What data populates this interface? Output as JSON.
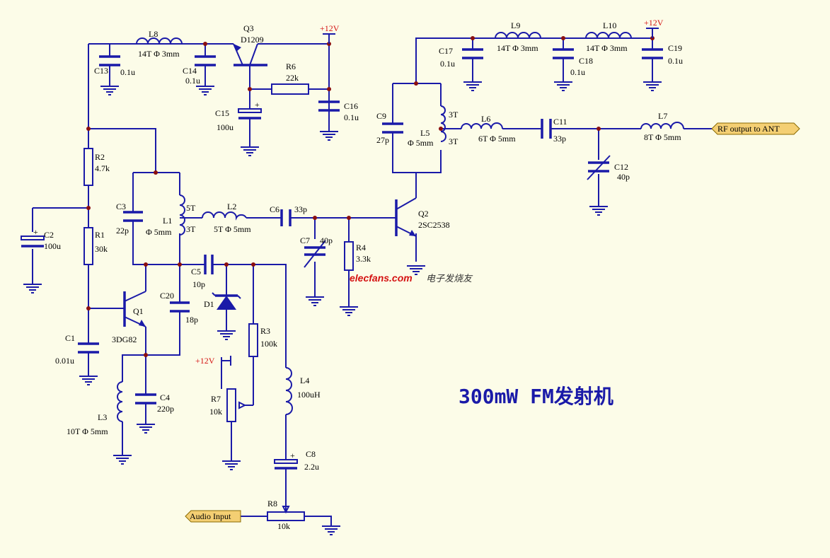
{
  "title": "300mW FM发射机",
  "power_label": "+12V",
  "ports": {
    "rf_out": "RF output  to ANT",
    "audio_in": "Audio Input"
  },
  "watermark": {
    "brand": "elecfans.com",
    "cn": "电子发烧友"
  },
  "labels": {
    "L8_name": "L8",
    "L8_val": "14T  Φ 3mm",
    "Q3_name": "Q3",
    "Q3_val": "D1209",
    "R6_name": "R6",
    "R6_val": "22k",
    "C13_name": "C13",
    "C13_val": "0.1u",
    "C14_name": "C14",
    "C14_val": "0.1u",
    "C15_name": "C15",
    "C15_val": "100u",
    "C16_name": "C16",
    "C16_val": "0.1u",
    "R2_name": "R2",
    "R2_val": "4.7k",
    "C2_name": "C2",
    "C2_val": "100u",
    "R1_name": "R1",
    "R1_val": "30k",
    "C3_name": "C3",
    "C3_val": "22p",
    "L1_name": "L1",
    "L1_val": "Φ 5mm",
    "L1_t1": "5T",
    "L1_t2": "3T",
    "L2_name": "L2",
    "L2_val": "5T  Φ 5mm",
    "C6_name": "C6",
    "C6_val": "33p",
    "C7_name": "C7",
    "C7_val": "40p",
    "R4_name": "R4",
    "R4_val": "3.3k",
    "Q2_name": "Q2",
    "Q2_val": "2SC2538",
    "C5_name": "C5",
    "C5_val": "10p",
    "D1_name": "D1",
    "Q1_name": "Q1",
    "Q1_val": "3DG82",
    "C20_name": "C20",
    "C20_val": "18p",
    "C1_name": "C1",
    "C1_val": "0.01u",
    "R3_name": "R3",
    "R3_val": "100k",
    "C4_name": "C4",
    "C4_val": "220p",
    "L3_name": "L3",
    "L3_val": "10T  Φ 5mm",
    "R7_name": "R7",
    "R7_val": "10k",
    "L4_name": "L4",
    "L4_val": "100uH",
    "C8_name": "C8",
    "C8_val": "2.2u",
    "R8_name": "R8",
    "R8_val": "10k",
    "L9_name": "L9",
    "L9_val": "14T  Φ 3mm",
    "L10_name": "L10",
    "L10_val": "14T  Φ 3mm",
    "C17_name": "C17",
    "C17_val": "0.1u",
    "C18_name": "C18",
    "C18_val": "0.1u",
    "C19_name": "C19",
    "C19_val": "0.1u",
    "C9_name": "C9",
    "C9_val": "27p",
    "L5_name": "L5",
    "L5_val": "Φ 5mm",
    "L5_t1": "3T",
    "L5_t2": "3T",
    "L6_name": "L6",
    "L6_val": "6T  Φ 5mm",
    "C11_name": "C11",
    "C11_val": "33p",
    "L7_name": "L7",
    "L7_val": "8T  Φ 5mm",
    "C12_name": "C12",
    "C12_val": "40p"
  },
  "colors": {
    "wire": "#1a1aa8",
    "background": "#fcfce8",
    "junction": "#8b0f0f",
    "power": "#d41111",
    "port": "#f4cf73"
  }
}
